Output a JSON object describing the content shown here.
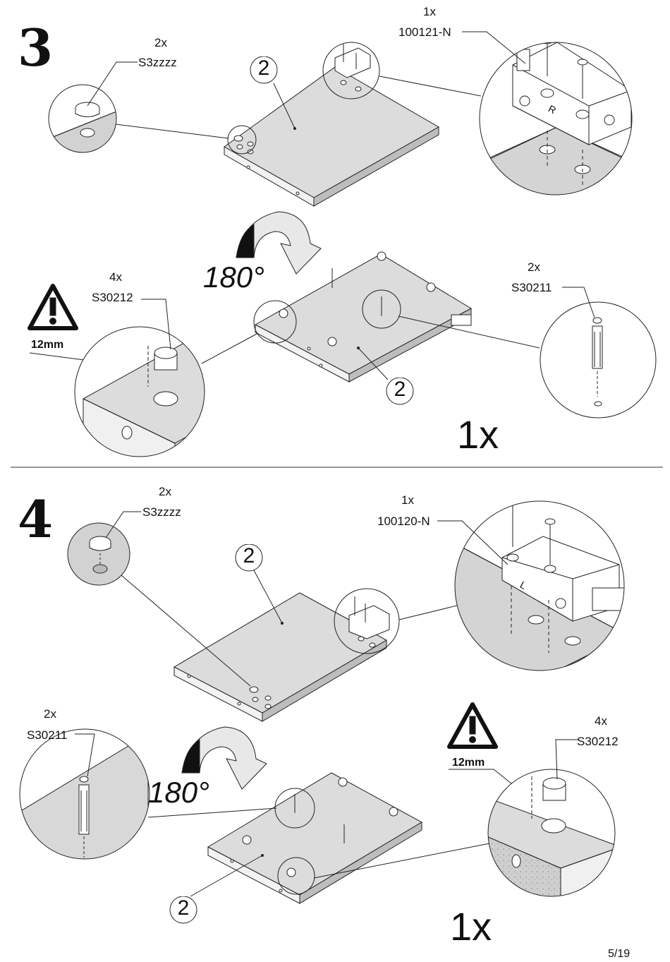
{
  "page_number": "5/19",
  "steps": [
    {
      "number": "3",
      "cap": {
        "qty": "2x",
        "code": "S3zzzz"
      },
      "bracket": {
        "qty": "1x",
        "code": "100121-N",
        "side_letter": "R"
      },
      "flip": "180°",
      "cam": {
        "qty": "4x",
        "code": "S30212",
        "depth": "12mm"
      },
      "dowel": {
        "qty": "2x",
        "code": "S30211"
      },
      "panel_id": "2",
      "panel_id_flipped": "2",
      "total": "1x"
    },
    {
      "number": "4",
      "cap": {
        "qty": "2x",
        "code": "S3zzzz"
      },
      "bracket": {
        "qty": "1x",
        "code": "100120-N",
        "side_letter": "L"
      },
      "flip": "180°",
      "cam": {
        "qty": "4x",
        "code": "S30212",
        "depth": "12mm"
      },
      "dowel": {
        "qty": "2x",
        "code": "S30211"
      },
      "panel_id": "2",
      "panel_id_flipped": "2",
      "total": "1x"
    }
  ]
}
